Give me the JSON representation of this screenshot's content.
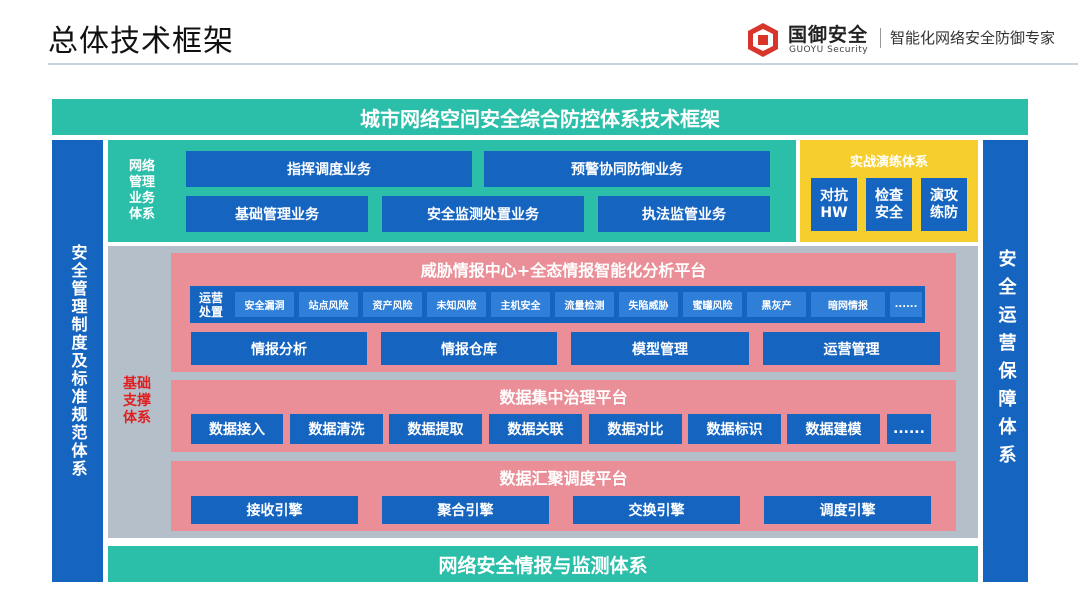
{
  "header": {
    "title": "总体技术框架",
    "brand_name": "国御安全",
    "brand_en": "GUOYU Security",
    "slogan": "智能化网络安全防御专家"
  },
  "top_banner": "城市网络空间安全综合防控体系技术框架",
  "bottom_banner": "网络安全情报与监测体系",
  "left_side": "安全管理制度及标准规范体系",
  "right_side": "安全运营保障体系",
  "business": {
    "label": "网络管理业务体系",
    "row1": [
      "指挥调度业务",
      "预警协同防御业务"
    ],
    "row2": [
      "基础管理业务",
      "安全监测处置业务",
      "执法监管业务"
    ]
  },
  "drill": {
    "title": "实战演练体系",
    "items": [
      "对抗HW",
      "检查安全",
      "演攻练防"
    ]
  },
  "support_label": "基础支撑体系",
  "threat_platform": {
    "title": "威胁情报中心+全态情报智能化分析平台",
    "ops_label": "运营处置",
    "ops_items": [
      "安全漏洞",
      "站点风险",
      "资产风险",
      "未知风险",
      "主机安全",
      "流量检测",
      "失陷威胁",
      "蜜罐风险",
      "黑灰产",
      "暗网情报",
      "......"
    ],
    "modules": [
      "情报分析",
      "情报仓库",
      "模型管理",
      "运营管理"
    ]
  },
  "data_governance": {
    "title": "数据集中治理平台",
    "items": [
      "数据接入",
      "数据清洗",
      "数据提取",
      "数据关联",
      "数据对比",
      "数据标识",
      "数据建模",
      "......"
    ]
  },
  "data_scheduling": {
    "title": "数据汇聚调度平台",
    "items": [
      "接收引擎",
      "聚合引擎",
      "交换引擎",
      "调度引擎"
    ]
  },
  "colors": {
    "teal": "#2bbfa9",
    "blue": "#1565c0",
    "pink": "#ea8f98",
    "gray": "#b4bfca",
    "yellow": "#f6cf2e",
    "logo_red": "#d9362b",
    "support_red": "#e02020"
  }
}
